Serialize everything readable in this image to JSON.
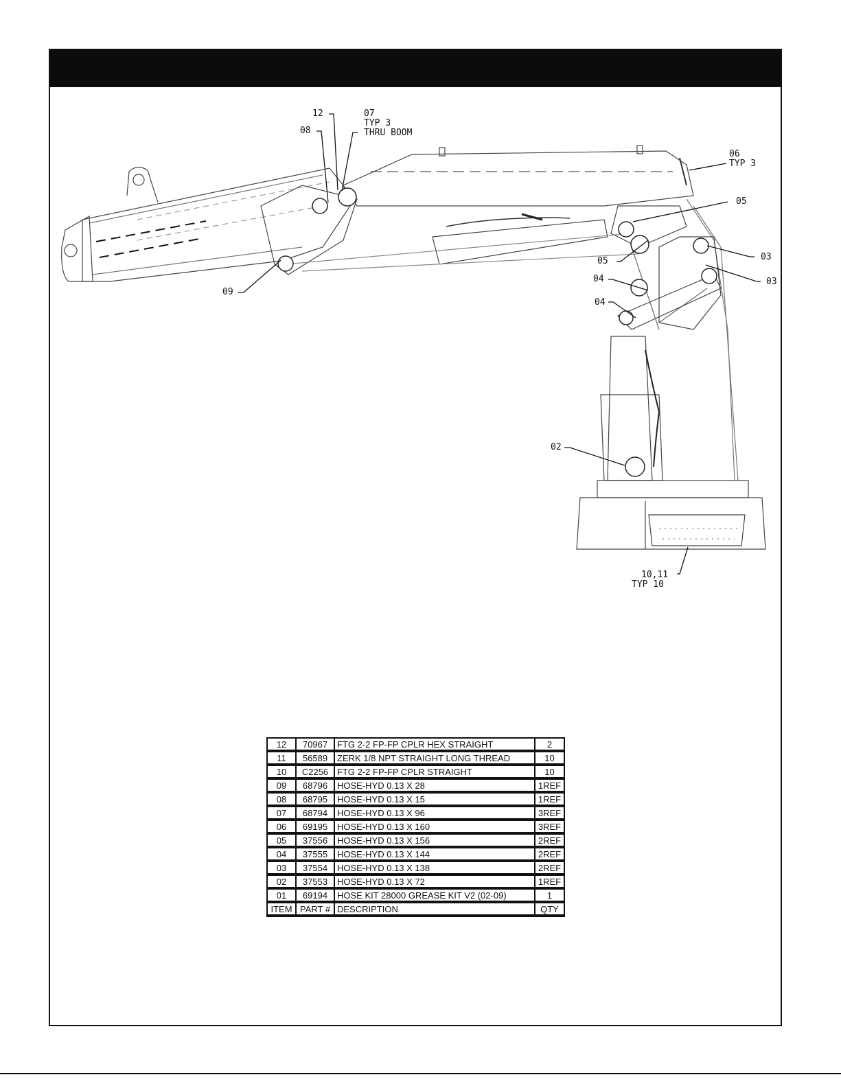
{
  "callouts": [
    {
      "id": "c12",
      "lines": [
        "12"
      ]
    },
    {
      "id": "c07",
      "lines": [
        "07",
        "TYP 3",
        "THRU BOOM"
      ]
    },
    {
      "id": "c08",
      "lines": [
        "08"
      ]
    },
    {
      "id": "c06",
      "lines": [
        "06",
        "TYP 3"
      ]
    },
    {
      "id": "c05a",
      "lines": [
        "05"
      ]
    },
    {
      "id": "c05b",
      "lines": [
        "05"
      ]
    },
    {
      "id": "c03a",
      "lines": [
        "03"
      ]
    },
    {
      "id": "c03b",
      "lines": [
        "03"
      ]
    },
    {
      "id": "c04a",
      "lines": [
        "04"
      ]
    },
    {
      "id": "c04b",
      "lines": [
        "04"
      ]
    },
    {
      "id": "c09",
      "lines": [
        "09"
      ]
    },
    {
      "id": "c02",
      "lines": [
        "02"
      ]
    },
    {
      "id": "c1011",
      "lines": [
        "10,11",
        "TYP 10"
      ]
    }
  ],
  "parts_table": {
    "rows": [
      {
        "item": "12",
        "part": "70967",
        "description": "FTG 2-2 FP-FP CPLR HEX STRAIGHT",
        "qty": "2"
      },
      {
        "item": "11",
        "part": "56589",
        "description": "ZERK 1/8 NPT STRAIGHT LONG THREAD",
        "qty": "10"
      },
      {
        "item": "10",
        "part": "C2256",
        "description": "FTG 2-2 FP-FP CPLR STRAIGHT",
        "qty": "10"
      },
      {
        "item": "09",
        "part": "68796",
        "description": "HOSE-HYD 0.13 X 28",
        "qty": "1REF"
      },
      {
        "item": "08",
        "part": "68795",
        "description": "HOSE-HYD 0.13 X 15",
        "qty": "1REF"
      },
      {
        "item": "07",
        "part": "68794",
        "description": "HOSE-HYD 0.13 X 96",
        "qty": "3REF"
      },
      {
        "item": "06",
        "part": "69195",
        "description": "HOSE-HYD 0.13 X 160",
        "qty": "3REF"
      },
      {
        "item": "05",
        "part": "37556",
        "description": "HOSE-HYD 0.13 X 156",
        "qty": "2REF"
      },
      {
        "item": "04",
        "part": "37555",
        "description": "HOSE-HYD 0.13 X 144",
        "qty": "2REF"
      },
      {
        "item": "03",
        "part": "37554",
        "description": "HOSE-HYD 0.13 X 138",
        "qty": "2REF"
      },
      {
        "item": "02",
        "part": "37553",
        "description": "HOSE-HYD 0.13 X 72",
        "qty": "1REF"
      },
      {
        "item": "01",
        "part": "69194",
        "description": "HOSE KIT 28000 GREASE KIT V2 (02-09)",
        "qty": "1"
      }
    ],
    "header": {
      "item": "ITEM",
      "part": "PART #",
      "description": "DESCRIPTION",
      "qty": "QTY"
    }
  }
}
